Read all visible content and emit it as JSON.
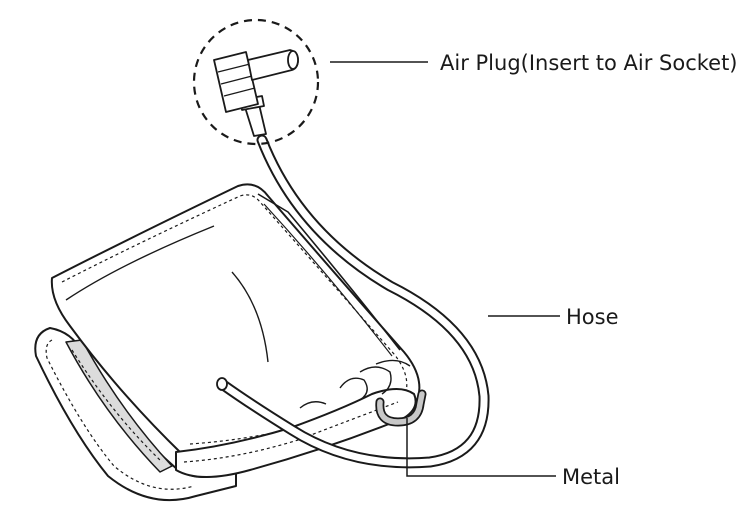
{
  "labels": {
    "air_plug": "Air Plug(Insert to Air Socket)",
    "hose": "Hose",
    "metal": "Metal"
  },
  "colors": {
    "line": "#1a1a1a",
    "metal_fill": "#c8c8c8",
    "pad_fill": "#dcdcdc"
  }
}
